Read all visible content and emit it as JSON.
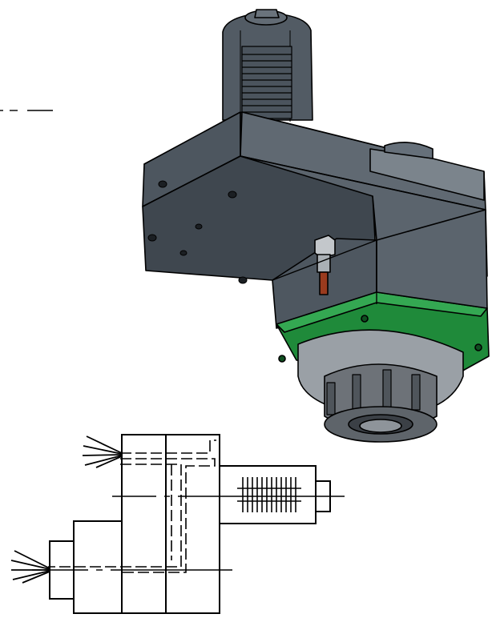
{
  "figure": {
    "subject": "angled-live-tool-holder",
    "views": [
      "isometric-render",
      "schematic-section"
    ],
    "colors": {
      "body_dark": "#4a525a",
      "body_mid": "#5b646d",
      "body_light": "#6f7880",
      "shank": "#545d66",
      "green_flange": "#1f8a3a",
      "green_light": "#2fa24b",
      "nut": "#7a7f85",
      "coolant_tube": "#9a3b1e",
      "outline": "#000000"
    }
  }
}
